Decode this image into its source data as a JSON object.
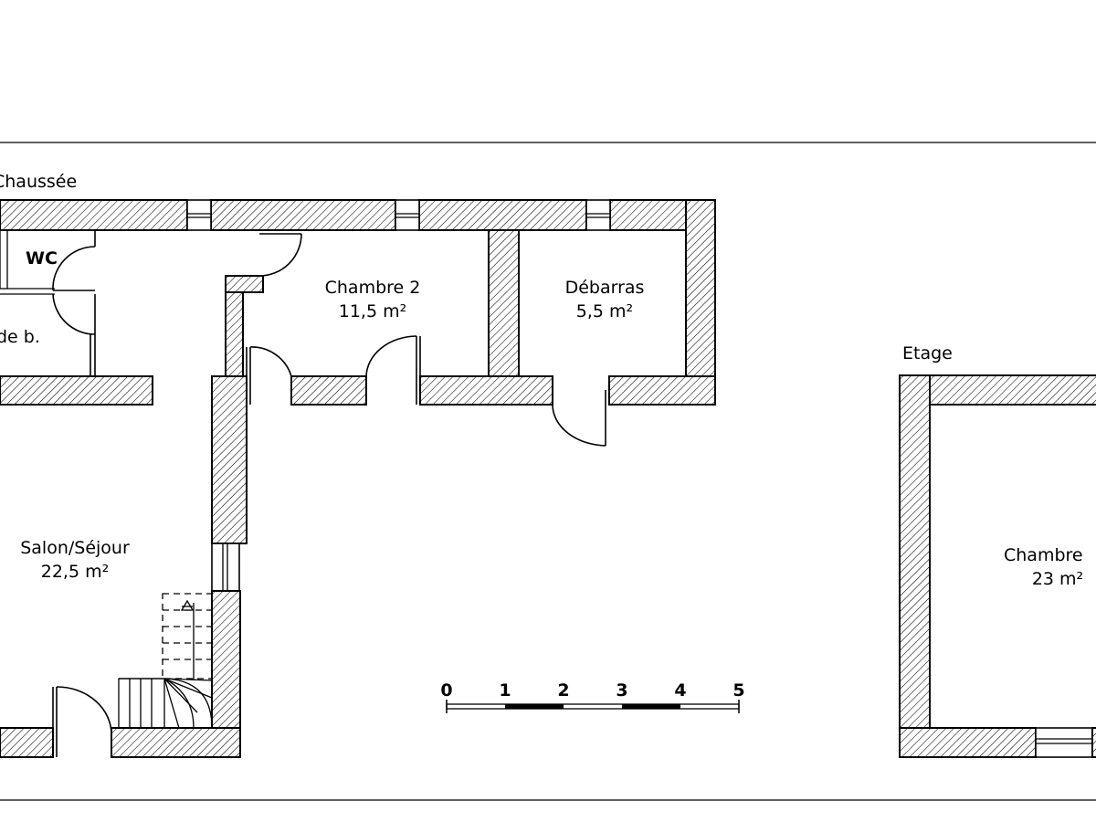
{
  "ground_floor": {
    "title": "Chaussée",
    "rooms": {
      "wc": {
        "name": "WC"
      },
      "bathroom": {
        "name": "de b."
      },
      "bedroom2": {
        "name": "Chambre 2",
        "area": "11,5 m²"
      },
      "storage": {
        "name": "Débarras",
        "area": "5,5 m²"
      },
      "living": {
        "name": "Salon/Séjour",
        "area": "22,5 m²"
      }
    }
  },
  "upper_floor": {
    "title": "Etage",
    "rooms": {
      "bedroom": {
        "name": "Chambre",
        "area": "23 m²"
      }
    }
  },
  "scale_bar": {
    "ticks": [
      "0",
      "1",
      "2",
      "3",
      "4",
      "5"
    ]
  }
}
